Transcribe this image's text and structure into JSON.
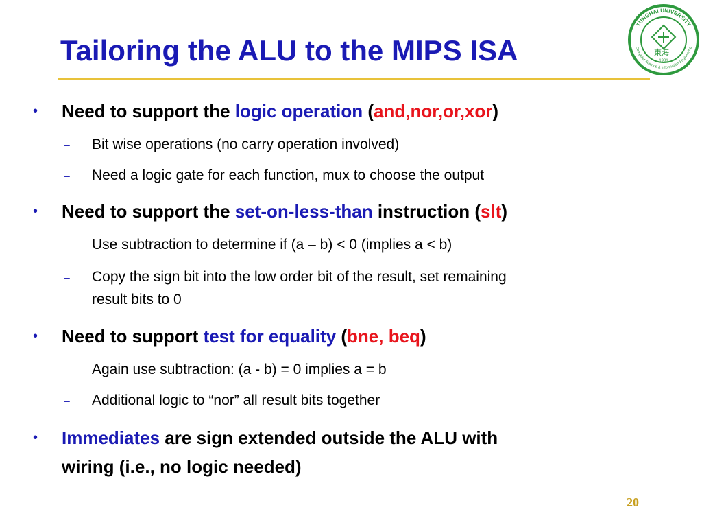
{
  "slide": {
    "title": "Tailoring the ALU to the MIPS ISA",
    "page_number": "20",
    "colors": {
      "title": "#1a1ab4",
      "rule": "#e8c23a",
      "highlight_blue": "#1a1ab4",
      "highlight_red": "#e8141c",
      "page_number": "#c8a020"
    }
  },
  "bullets": [
    {
      "pre": "Need to support the ",
      "blue": "logic operation",
      "mid": " (",
      "red": "and,nor,or,xor",
      "post": ")",
      "subs": [
        "Bit wise operations (no carry operation involved)",
        "Need a logic gate for each function, mux to choose the output"
      ]
    },
    {
      "pre": "Need to support the ",
      "blue": "set-on-less-than",
      "mid": " instruction (",
      "red": "slt",
      "post": ")",
      "subs": [
        "Use subtraction to determine if (a – b) < 0 (implies a < b)",
        "Copy the sign bit into the low order bit of the result, set remaining",
        "result bits to 0"
      ]
    },
    {
      "pre": "Need to support ",
      "blue": "test for equality",
      "mid": " (",
      "red": "bne, beq",
      "post": ")",
      "subs": [
        "Again use subtraction:  (a - b) = 0 implies a = b",
        "Additional logic to “nor” all result bits together"
      ]
    },
    {
      "blue": "Immediates",
      "rest1": " are sign extended outside the ALU with",
      "rest2": "wiring (i.e., no logic needed)"
    }
  ],
  "logo": {
    "ring_top": "TUNGHAI UNIVERSITY",
    "ring_bottom": "Computer Science & Information Engineering",
    "year": "1981",
    "center": "東海"
  }
}
